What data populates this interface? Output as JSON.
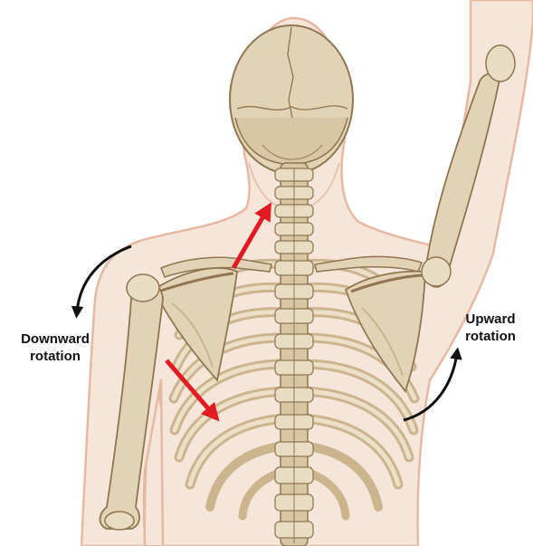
{
  "labels": {
    "downward": {
      "line1": "Downward",
      "line2": "rotation"
    },
    "upward": {
      "line1": "Upward",
      "line2": "rotation"
    }
  },
  "colors": {
    "skin": "#f6e6da",
    "skin_outline": "#e6b9a2",
    "bone": "#e3d3b6",
    "bone_shade": "#cbb48e",
    "bone_outline": "#8f7650",
    "arrow_red": "#e21b22",
    "arrow_black": "#111111"
  },
  "icons": {
    "rotation_arrows": "curved-arrow-icon",
    "motion_arrows": "straight-arrow-icon"
  }
}
